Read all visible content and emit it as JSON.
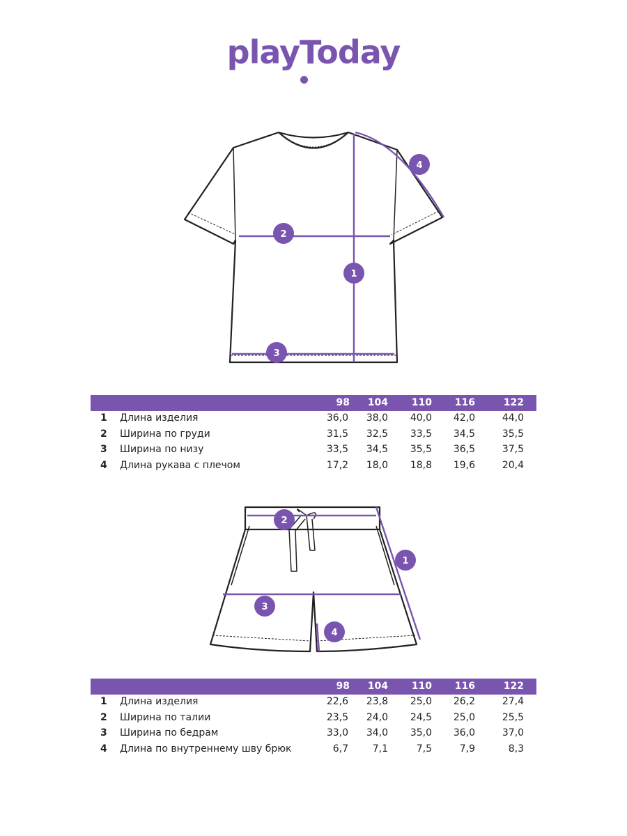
{
  "brand": {
    "logo_text": "playToday",
    "accent": "#7a55b0"
  },
  "tshirt": {
    "markers": [
      "1",
      "2",
      "3",
      "4"
    ],
    "sizes": [
      "98",
      "104",
      "110",
      "116",
      "122"
    ],
    "rows": [
      {
        "n": "1",
        "label": "Длина изделия",
        "values": [
          "36,0",
          "38,0",
          "40,0",
          "42,0",
          "44,0"
        ]
      },
      {
        "n": "2",
        "label": "Ширина по груди",
        "values": [
          "31,5",
          "32,5",
          "33,5",
          "34,5",
          "35,5"
        ]
      },
      {
        "n": "3",
        "label": "Ширина по низу",
        "values": [
          "33,5",
          "34,5",
          "35,5",
          "36,5",
          "37,5"
        ]
      },
      {
        "n": "4",
        "label": "Длина рукава с плечом",
        "values": [
          "17,2",
          "18,0",
          "18,8",
          "19,6",
          "20,4"
        ]
      }
    ]
  },
  "shorts": {
    "markers": [
      "1",
      "2",
      "3",
      "4"
    ],
    "sizes": [
      "98",
      "104",
      "110",
      "116",
      "122"
    ],
    "rows": [
      {
        "n": "1",
        "label": "Длина изделия",
        "values": [
          "22,6",
          "23,8",
          "25,0",
          "26,2",
          "27,4"
        ]
      },
      {
        "n": "2",
        "label": "Ширина по талии",
        "values": [
          "23,5",
          "24,0",
          "24,5",
          "25,0",
          "25,5"
        ]
      },
      {
        "n": "3",
        "label": "Ширина по бедрам",
        "values": [
          "33,0",
          "34,0",
          "35,0",
          "36,0",
          "37,0"
        ]
      },
      {
        "n": "4",
        "label": "Длина по внутреннему шву брюк",
        "values": [
          "6,7",
          "7,1",
          "7,5",
          "7,9",
          "8,3"
        ]
      }
    ]
  }
}
